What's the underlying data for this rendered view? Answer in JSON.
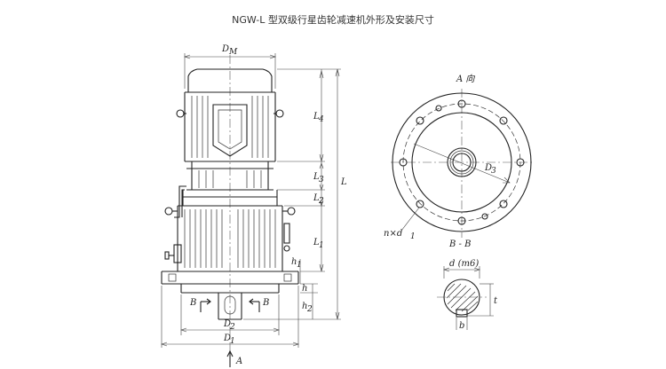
{
  "title": "NGW-L 型双级行星齿轮减速机外形及安装尺寸",
  "labels": {
    "DM": "D",
    "DM_sub": "M",
    "L4": "L",
    "L4_sub": "4",
    "L3": "L",
    "L3_sub": "3",
    "L2": "L",
    "L2_sub": "2",
    "L1": "L",
    "L1_sub": "1",
    "L": "L",
    "h1": "h",
    "h1_sub": "1",
    "h": "h",
    "h_sub2": "h",
    "h2_sub": "2",
    "B_left": "B",
    "B_right": "B",
    "D2": "D",
    "D2_sub": "2",
    "D1": "D",
    "D1_sub": "1",
    "A_bottom": "A",
    "A_view": "A 向",
    "D3": "D",
    "D3_sub": "3",
    "nxd1": "n×d",
    "nxd1_sub": "1",
    "section": "B - B",
    "shaft_d": "d (m6)",
    "shaft_t": "t",
    "shaft_b": "b"
  }
}
